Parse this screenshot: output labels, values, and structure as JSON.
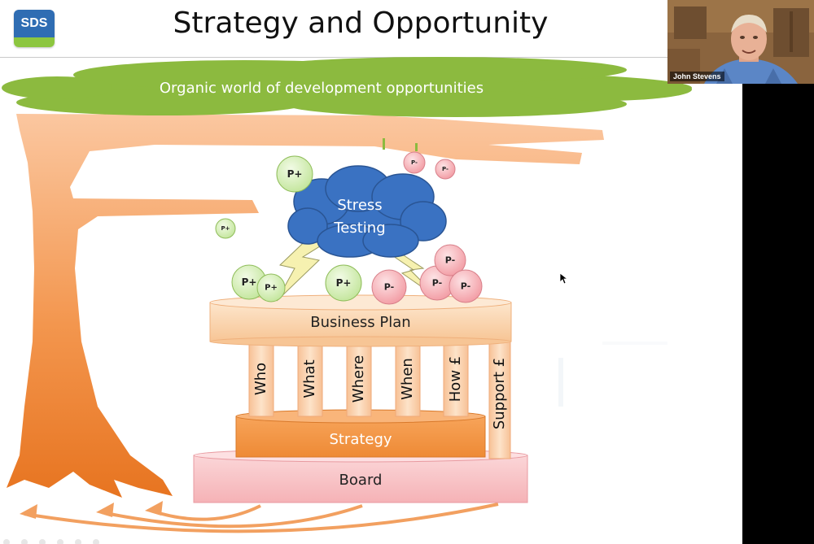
{
  "slide": {
    "title": "Strategy and Opportunity",
    "logo_text": "SDS",
    "canopy_text": "Organic world of development opportunities",
    "cloud_text_line1": "Stress",
    "cloud_text_line2": "Testing",
    "business_plan": "Business Plan",
    "strategy": "Strategy",
    "board": "Board",
    "pillars": [
      "Who",
      "What",
      "Where",
      "When",
      "How £"
    ],
    "support": "Support £",
    "bubbles": {
      "p_plus": "P+",
      "p_minus": "P-"
    }
  },
  "webcam": {
    "participant_name": "John Stevens"
  },
  "colors": {
    "canopy": "#8cba3f",
    "trunk": "#f0883a",
    "cloud": "#3a72c2",
    "lightning": "#f4f0a8",
    "plan_top": "#fbd7b0",
    "strategy": "#f39a4c",
    "board": "#f7c3c6",
    "p_plus": "#d5f0b4",
    "p_minus": "#f6b0b6",
    "pillar": "#fbd4b0"
  }
}
